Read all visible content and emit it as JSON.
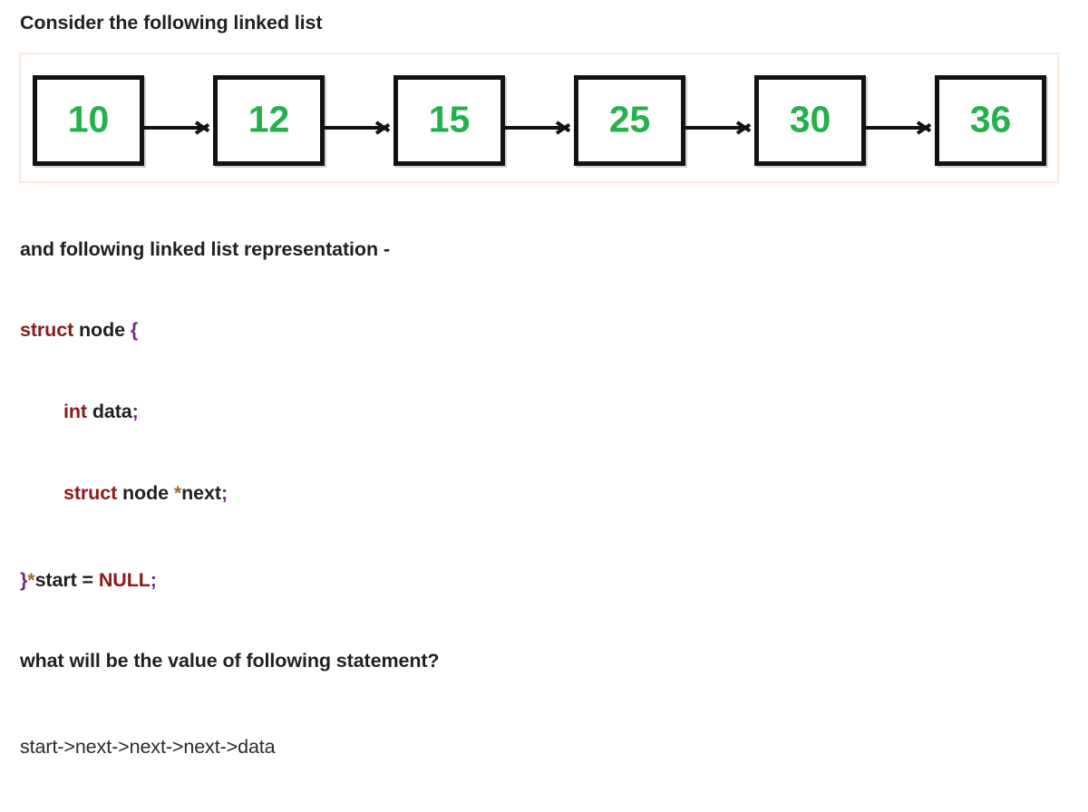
{
  "intro_line": "Consider the following linked list",
  "linked_list": {
    "nodes": [
      {
        "value": "10"
      },
      {
        "value": "12"
      },
      {
        "value": "15"
      },
      {
        "value": "25"
      },
      {
        "value": "30"
      },
      {
        "value": "36"
      }
    ],
    "node_value_color": "#24b14c",
    "node_border_color": "#121212",
    "frame_border_color": "#fbeadd"
  },
  "representation_line": "and following linked list representation -",
  "code": {
    "line1": {
      "keyword": "struct",
      "rest": " node ",
      "brace": "{"
    },
    "line2": {
      "keyword": "int",
      "rest": " data",
      "semi": ";"
    },
    "line3": {
      "keyword": "struct",
      "rest": " node ",
      "star": "*",
      "name": "next",
      "semi": ";"
    },
    "line4": {
      "brace": "}",
      "star": "*",
      "rest": "start = ",
      "keyword": "NULL",
      "semi": ";"
    }
  },
  "question_line": "what will be the value of following statement?",
  "statement_line": "start->next->next->next->data",
  "colors": {
    "keyword": "#8b1a1a",
    "punctuation": "#6f2a7a",
    "text": "#231f20",
    "accent_green": "#24b14c"
  }
}
